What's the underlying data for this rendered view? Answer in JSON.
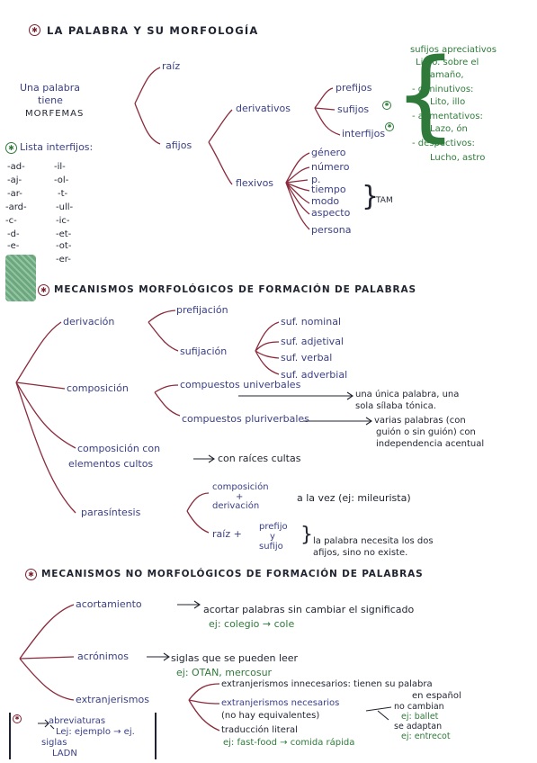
{
  "colors": {
    "ink_blue": "#3a3f86",
    "ink_green": "#2f7a3a",
    "ink_dark": "#1f2330",
    "branch": "#8a2a3c"
  },
  "section1": {
    "title": "LA PALABRA Y SU MORFOLOGÍA",
    "root_lines": [
      "Una palabra",
      "tiene",
      "MORFEMAS"
    ],
    "raiz": "raíz",
    "afijos": "afijos",
    "derivativos": "derivativos",
    "flexivos": "flexivos",
    "prefijos": "prefijos",
    "sufijos": "sufijos",
    "interfijos": "interfijos",
    "flexivos_items": [
      "género",
      "número",
      "p.",
      "tiempo",
      "modo",
      "aspecto",
      "persona"
    ],
    "tam": "TAM",
    "sufijos_notes": [
      "sufijos apreciativos",
      "Linfo. sobre el",
      "tamaño,",
      "- diminutivos:",
      "Lito, illo",
      "- aumentativos:",
      "Lazo, ón",
      "- despectivos:",
      "Lucho, astro"
    ]
  },
  "interfijos_list": {
    "title": "Lista interfijos:",
    "col1": [
      "-ad-",
      "-aj-",
      "-ar-",
      "-ard-",
      "-c-",
      "-d-",
      "-e-"
    ],
    "col2": [
      "-il-",
      "-ol-",
      "-t-",
      "-ull-",
      "-ic-",
      "-et-",
      "-ot-",
      "-er-"
    ]
  },
  "section2": {
    "title": "MECANISMOS MORFOLÓGICOS DE FORMACIÓN DE PALABRAS",
    "derivacion": "derivación",
    "prefijacion": "prefijación",
    "sufijacion": "sufijación",
    "suf_items": [
      "suf. nominal",
      "suf. adjetival",
      "suf. verbal",
      "suf. adverbial"
    ],
    "composicion": "composición",
    "comp_univ": "compuestos univerbales",
    "comp_univ_note": [
      "una única palabra, una",
      "sola sílaba tónica."
    ],
    "comp_pluri": "compuestos pluriverbales",
    "comp_pluri_note": [
      "varias palabras (con",
      "guión o sin guión) con",
      "independencia acentual"
    ],
    "comp_cultos": [
      "composición con",
      "elementos cultos"
    ],
    "raices": "con raíces cultas",
    "parasintesis": "parasíntesis",
    "para_comp": [
      "composición",
      "+",
      "derivación"
    ],
    "a_la_vez": "a la vez (ej: mileurista)",
    "raiz_mas": "raíz +",
    "pref_suf": [
      "prefijo",
      "y",
      "sufijo"
    ],
    "para_note": [
      "la palabra necesita los dos",
      "afijos, sino no existe."
    ]
  },
  "section3": {
    "title": "MECANISMOS NO MORFOLÓGICOS DE FORMACIÓN DE PALABRAS",
    "acortamiento": "acortamiento",
    "acort_note": "acortar palabras sin cambiar el significado",
    "acort_ej": "ej: colegio → cole",
    "acronimos": "acrónimos",
    "acron_note": "siglas que se pueden leer",
    "acron_ej": "ej: OTAN, mercosur",
    "extranjerismos": "extranjerismos",
    "ext_innec": "extranjerismos innecesarios: tienen su palabra",
    "ext_innec2": "en español",
    "ext_nec": "extranjerismos necesarios",
    "ext_nec2": "(no hay equivalentes)",
    "ext_notes": [
      "no cambian",
      "ej: ballet",
      "se adaptan",
      "ej: entrecot"
    ],
    "traduccion": "traducción literal",
    "trad_ej": "ej: fast-food → comida rápida"
  },
  "bottom_box": [
    "abreviaturas",
    "Lej: ejemplo → ej.",
    "siglas",
    "LADN"
  ]
}
